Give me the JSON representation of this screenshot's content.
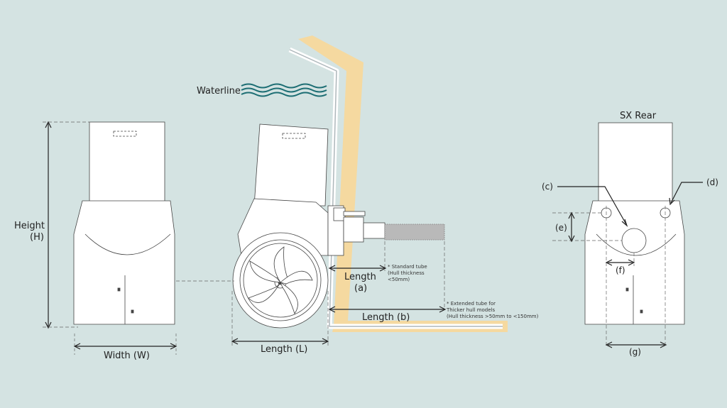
{
  "labels": {
    "waterline": "Waterline",
    "height_line1": "Height",
    "height_line2": "(H)",
    "width": "Width (W)",
    "length_l": "Length (L)",
    "length_a_line1": "Length",
    "length_a_line2": "(a)",
    "length_b": "Length (b)",
    "sx_rear": "SX Rear",
    "c": "(c)",
    "d": "(d)",
    "e": "(e)",
    "f": "(f)",
    "g": "(g)"
  },
  "notes": {
    "standard_1": "* Standard tube",
    "standard_2": "(Hull thickness",
    "standard_3": "<50mm)",
    "extended_1": "* Extended tube for",
    "extended_2": "Thicker hull models",
    "extended_3": "(Hull thickness >50mm to <150mm)"
  },
  "colors": {
    "background": "#d4e3e2",
    "hull": "#f5d9a0",
    "water": "#1d6e74",
    "line": "#222222"
  }
}
